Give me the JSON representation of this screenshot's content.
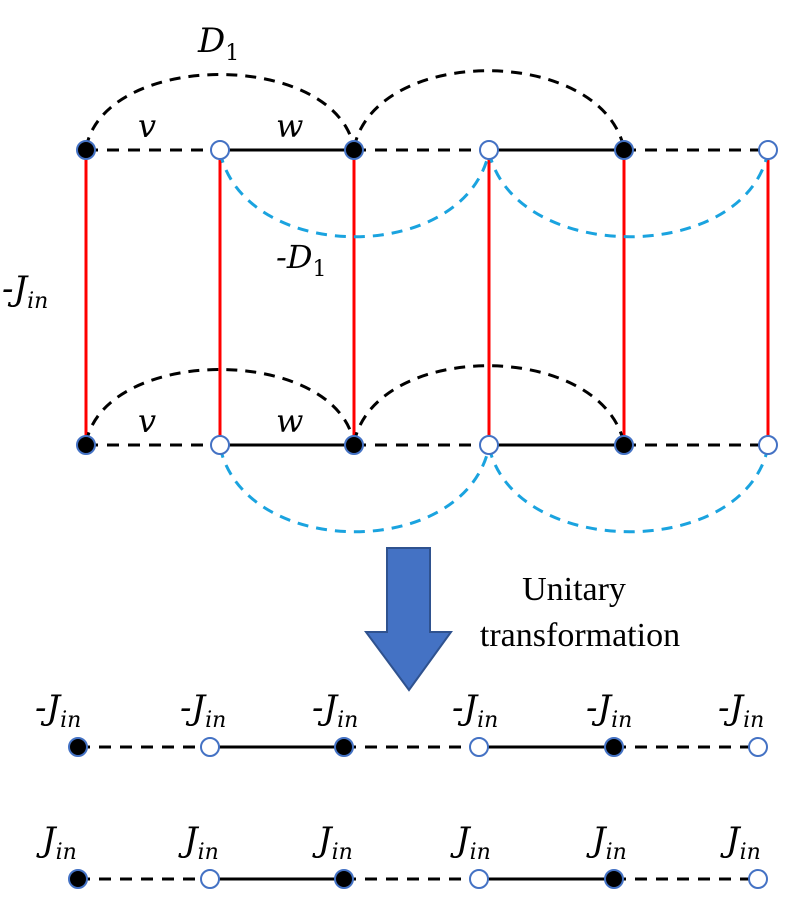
{
  "colors": {
    "black": "#000000",
    "red": "#ff0000",
    "cyan_dashed": "#1aa3df",
    "open_node_outline": "#4472c4",
    "arrow_fill": "#4472c4",
    "arrow_stroke": "#2f528f"
  },
  "top_ladder": {
    "labels": {
      "d1_main": "D",
      "d1_sub": "1",
      "v_top": "v",
      "w_top": "w",
      "minus_d1_main": "-D",
      "minus_d1_sub": "1",
      "minus_jin_main": "-J",
      "minus_jin_sub": "in",
      "v_bottom": "v",
      "w_bottom": "w"
    }
  },
  "transform": {
    "label_line1": "Unitary",
    "label_line2": "transformation"
  },
  "chain_negative": {
    "labels": [
      {
        "main": "-J",
        "sub": "in"
      },
      {
        "main": "-J",
        "sub": "in"
      },
      {
        "main": "-J",
        "sub": "in"
      },
      {
        "main": "-J",
        "sub": "in"
      },
      {
        "main": "-J",
        "sub": "in"
      },
      {
        "main": "-J",
        "sub": "in"
      }
    ]
  },
  "chain_positive": {
    "labels": [
      {
        "main": "J",
        "sub": "in"
      },
      {
        "main": "J",
        "sub": "in"
      },
      {
        "main": "J",
        "sub": "in"
      },
      {
        "main": "J",
        "sub": "in"
      },
      {
        "main": "J",
        "sub": "in"
      },
      {
        "main": "J",
        "sub": "in"
      }
    ]
  }
}
